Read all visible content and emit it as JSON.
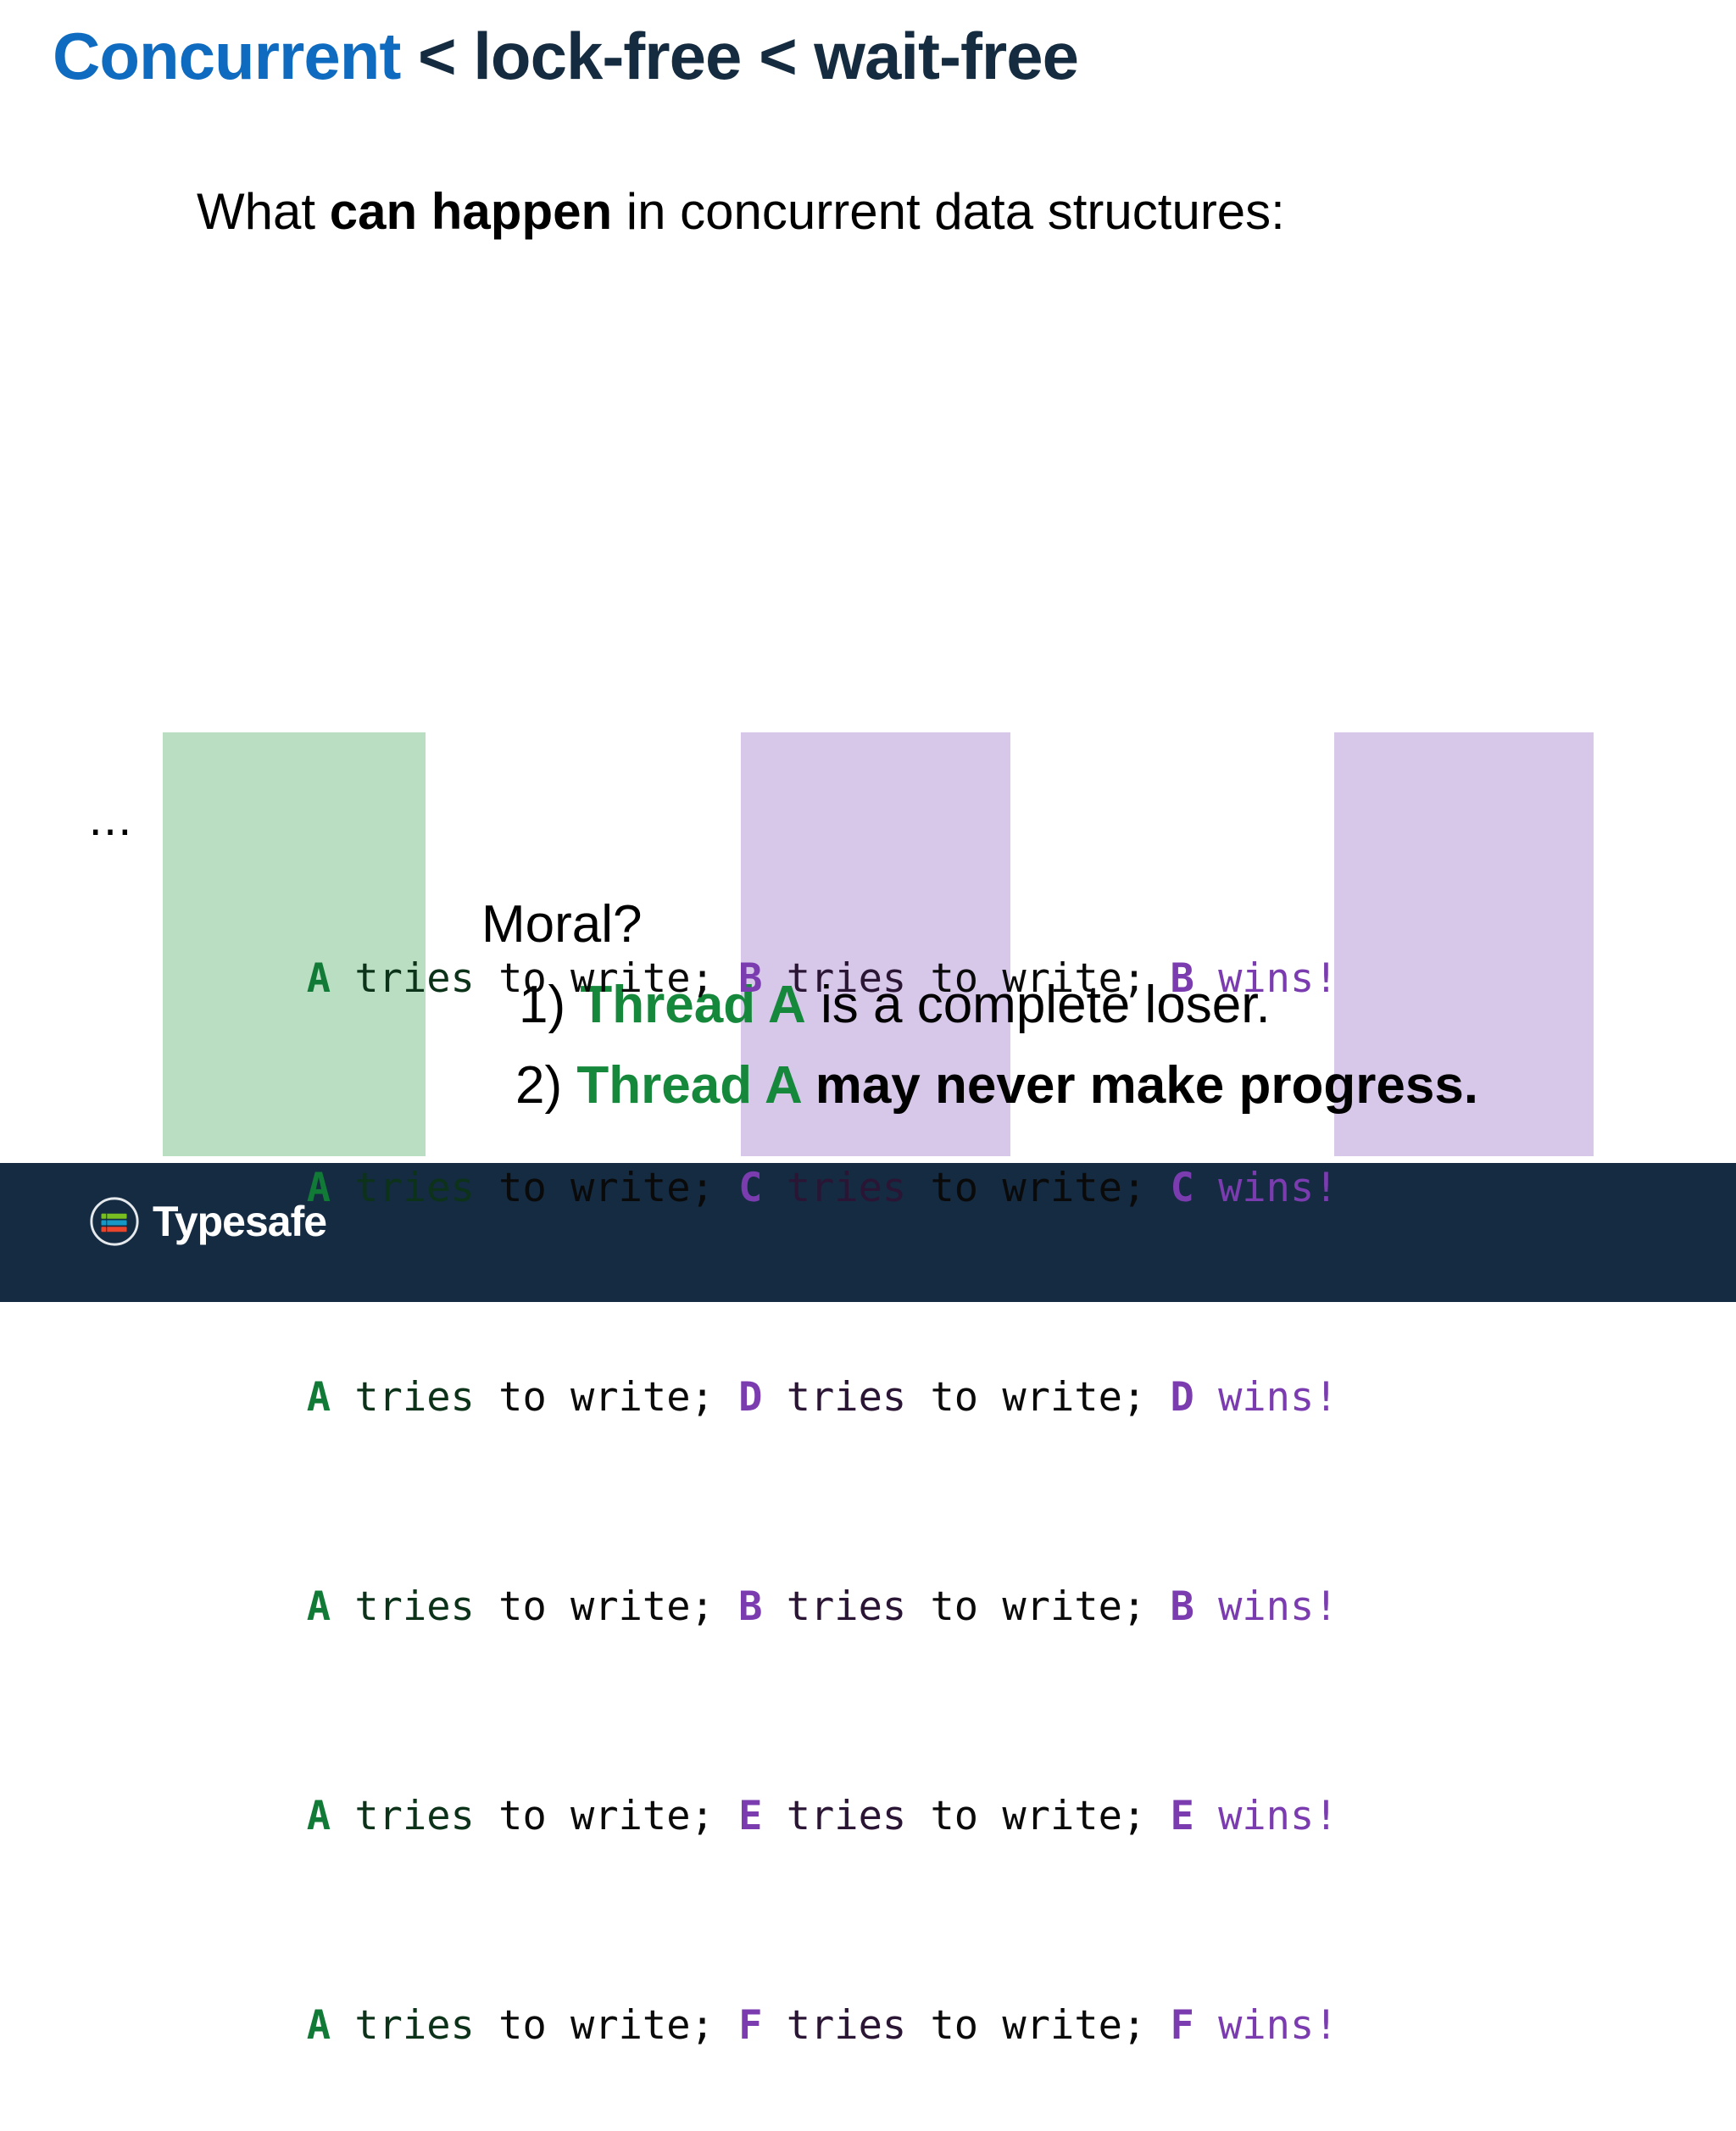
{
  "title": {
    "highlight": "Concurrent",
    "rest": " < lock-free < wait-free",
    "highlight_color": "#0E6BC0",
    "rest_color": "#152B3F"
  },
  "subtitle": {
    "before": "What ",
    "bold": "can happen",
    "after": " in concurrent data structures:"
  },
  "code": {
    "green_bg": "#B9DEC2",
    "purple_bg": "#D7C7E8",
    "green_letter_color": "#117A36",
    "purple_letter_color": "#7B3CB0",
    "rows": [
      {
        "col1_letter": "A",
        "col1_word": "tries",
        "col1_tail": " to write; ",
        "col2_letter": "B",
        "col2_word": "tries",
        "col2_tail": " to write; ",
        "col3_letter": "B",
        "col3_word": "wins!"
      },
      {
        "col1_letter": "A",
        "col1_word": "tries",
        "col1_tail": " to write; ",
        "col2_letter": "C",
        "col2_word": "tries",
        "col2_tail": " to write; ",
        "col3_letter": "C",
        "col3_word": "wins!"
      },
      {
        "col1_letter": "A",
        "col1_word": "tries",
        "col1_tail": " to write; ",
        "col2_letter": "D",
        "col2_word": "tries",
        "col2_tail": " to write; ",
        "col3_letter": "D",
        "col3_word": "wins!"
      },
      {
        "col1_letter": "A",
        "col1_word": "tries",
        "col1_tail": " to write; ",
        "col2_letter": "B",
        "col2_word": "tries",
        "col2_tail": " to write; ",
        "col3_letter": "B",
        "col3_word": "wins!"
      },
      {
        "col1_letter": "A",
        "col1_word": "tries",
        "col1_tail": " to write; ",
        "col2_letter": "E",
        "col2_word": "tries",
        "col2_tail": " to write; ",
        "col3_letter": "E",
        "col3_word": "wins!"
      },
      {
        "col1_letter": "A",
        "col1_word": "tries",
        "col1_tail": " to write; ",
        "col2_letter": "F",
        "col2_word": "tries",
        "col2_tail": " to write; ",
        "col3_letter": "F",
        "col3_word": "wins!"
      }
    ]
  },
  "ellipsis": "…",
  "moral": {
    "heading": "Moral?",
    "items": [
      {
        "number": "1) ",
        "green": "Thread A",
        "rest": " is a complete loser.",
        "rest_bold": false
      },
      {
        "number": "2) ",
        "green": "Thread A",
        "rest": " may never make progress.",
        "rest_bold": true
      }
    ]
  },
  "footer": {
    "brand": "Typesafe",
    "background": "#142B42",
    "logo_bar_colors": [
      "#78BE20",
      "#1598C3",
      "#E8452C"
    ]
  }
}
